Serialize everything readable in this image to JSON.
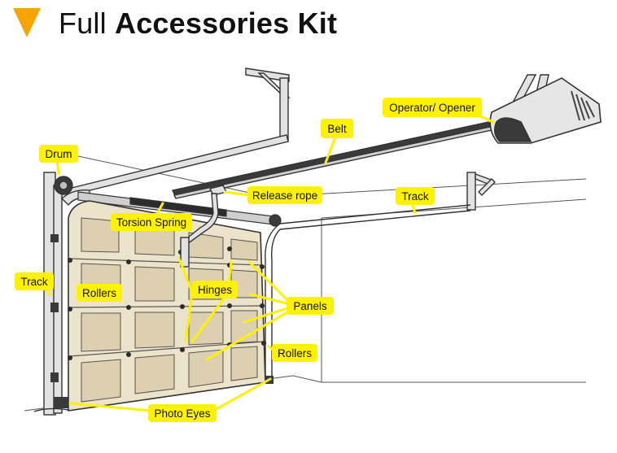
{
  "header": {
    "icon": "triangle-down-icon",
    "icon_color": "#f5a400",
    "title_light": "Full",
    "title_bold": "Accessories Kit"
  },
  "colors": {
    "label_fill": "#fff200",
    "panel_fill": "#ece3cb",
    "panel_inset": "#dcd0b0",
    "metal": "#d8d8d8",
    "opener_body": "#e6e6e6"
  },
  "labels": {
    "operator_opener": "Operator/ Opener",
    "belt": "Belt",
    "drum": "Drum",
    "release_rope": "Release rope",
    "track_right": "Track",
    "torsion_spring": "Torsion Spring",
    "track_left": "Track",
    "rollers_left": "Rollers",
    "hinges": "Hinges",
    "panels": "Panels",
    "rollers_right": "Rollers",
    "photo_eyes": "Photo Eyes"
  }
}
